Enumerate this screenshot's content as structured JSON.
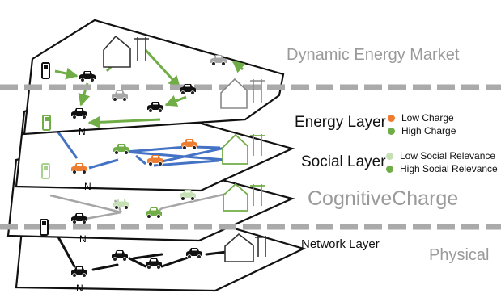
{
  "labels": {
    "dynamic_energy_market": "Dynamic Energy Market",
    "energy_layer": "Energy Layer",
    "social_layer": "Social Layer",
    "network_layer": "Network Layer",
    "cognitive_charge": "CognitiveCharge",
    "physical": "Physical"
  },
  "legend": {
    "energy": [
      {
        "label": "Low Charge",
        "color": "#ed7d31"
      },
      {
        "label": "High Charge",
        "color": "#70ad47"
      }
    ],
    "social": [
      {
        "label": "Low Social Relevance",
        "color": "#c5e0b4"
      },
      {
        "label": "High Social Relevance",
        "color": "#70ad47"
      }
    ]
  },
  "layers": [
    {
      "north_label": "N"
    },
    {
      "north_label": "N"
    },
    {
      "north_label": "N"
    },
    {
      "north_label": "N"
    }
  ],
  "colors": {
    "green": "#70ad47",
    "blue": "#4472c4",
    "orange": "#ed7d31",
    "pale_green": "#c5e0b4",
    "gray": "#a6a6a6",
    "black": "#111111"
  }
}
